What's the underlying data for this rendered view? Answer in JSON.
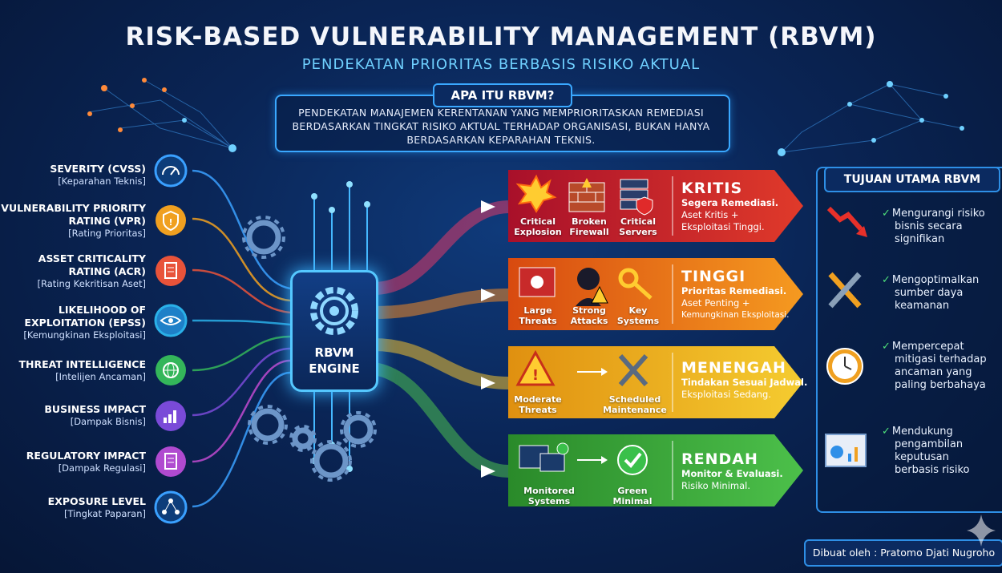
{
  "header": {
    "title": "RISK-BASED VULNERABILITY MANAGEMENT (RBVM)",
    "subtitle": "PENDEKATAN PRIORITAS BERBASIS RISIKO AKTUAL"
  },
  "what": {
    "heading": "APA ITU RBVM?",
    "line1": "PENDEKATAN MANAJEMEN KERENTANAN YANG MEMPRIORITASKAN REMEDIASI",
    "line2": "BERDASARKAN TINGKAT RISIKO AKTUAL TERHADAP ORGANISASI, BUKAN HANYA",
    "line3": "BERDASARKAN KEPARAHAN TEKNIS."
  },
  "factors": [
    {
      "name": "SEVERITY (CVSS)",
      "sub": "[Keparahan Teknis]",
      "icon": "gauge-icon",
      "color": "#2f8fe8"
    },
    {
      "name1": "VULNERABILITY PRIORITY",
      "name": "RATING (VPR)",
      "sub": "[Rating Prioritas]",
      "icon": "shield-icon",
      "color": "#f0a020"
    },
    {
      "name1": "ASSET CRITICALITY",
      "name": "RATING (ACR)",
      "sub": "[Rating Kekritisan Aset]",
      "icon": "document-icon",
      "color": "#e8533a"
    },
    {
      "name1": "LIKELIHOOD OF",
      "name": "EXPLOITATION (EPSS)",
      "sub": "[Kemungkinan Eksploitasi]",
      "icon": "eye-icon",
      "color": "#2ab0e8"
    },
    {
      "name": "THREAT INTELLIGENCE",
      "sub": "[Intelijen Ancaman]",
      "icon": "globe-icon",
      "color": "#34b65a"
    },
    {
      "name": "BUSINESS IMPACT",
      "sub": "[Dampak Bisnis]",
      "icon": "chart-icon",
      "color": "#7a4ad8"
    },
    {
      "name": "REGULATORY IMPACT",
      "sub": "[Dampak Regulasi]",
      "icon": "clipboard-icon",
      "color": "#b04ad0"
    },
    {
      "name": "EXPOSURE LEVEL",
      "sub": "[Tingkat Paparan]",
      "icon": "network-icon",
      "color": "#2f8fe8"
    }
  ],
  "engine": {
    "line1": "RBVM",
    "line2": "ENGINE"
  },
  "tiers": [
    {
      "name": "KRITIS",
      "d1": "Segera Remediasi.",
      "d2": "Aset Kritis +",
      "d3": "Eksploitasi Tinggi.",
      "color": "#d9322a",
      "icons": [
        [
          "Critical",
          "Explosion"
        ],
        [
          "Broken",
          "Firewall"
        ],
        [
          "Critical",
          "Servers"
        ]
      ]
    },
    {
      "name": "TINGGI",
      "d1": "Prioritas Remediasi.",
      "d2": "Aset Penting +",
      "d3": "Kemungkinan Eksploitasi.",
      "color": "#ee7a18",
      "icons": [
        [
          "Large",
          "Threats"
        ],
        [
          "Strong",
          "Attacks"
        ],
        [
          "Key",
          "Systems"
        ]
      ]
    },
    {
      "name": "MENENGAH",
      "d1": "Tindakan Sesuai Jadwal.",
      "d2": "Eksploitasi Sedang.",
      "color": "#e8b81c",
      "icons": [
        [
          "Moderate",
          "Threats"
        ],
        [
          "Scheduled",
          "Maintenance"
        ]
      ]
    },
    {
      "name": "RENDAH",
      "d1": "Monitor & Evaluasi.",
      "d2": "Risiko Minimal.",
      "color": "#34a23a",
      "icons": [
        [
          "Monitored",
          "Systems"
        ],
        [
          "Green",
          "Minimal"
        ]
      ]
    }
  ],
  "goals": {
    "heading": "TUJUAN UTAMA RBVM",
    "items": [
      {
        "lines": [
          "Mengurangi risiko",
          "bisnis secara",
          "signifikan"
        ],
        "icon": "trend-down-icon"
      },
      {
        "lines": [
          "Mengoptimalkan",
          "sumber daya",
          "keamanan"
        ],
        "icon": "tools-icon"
      },
      {
        "lines": [
          "Mempercepat",
          "mitigasi terhadap",
          "ancaman yang",
          "paling berbahaya"
        ],
        "icon": "clock-icon"
      },
      {
        "lines": [
          "Mendukung",
          "pengambilan",
          "keputusan",
          "berbasis risiko"
        ],
        "icon": "dashboard-icon"
      }
    ]
  },
  "credit": "Dibuat oleh : Pratomo Djati Nugroho"
}
